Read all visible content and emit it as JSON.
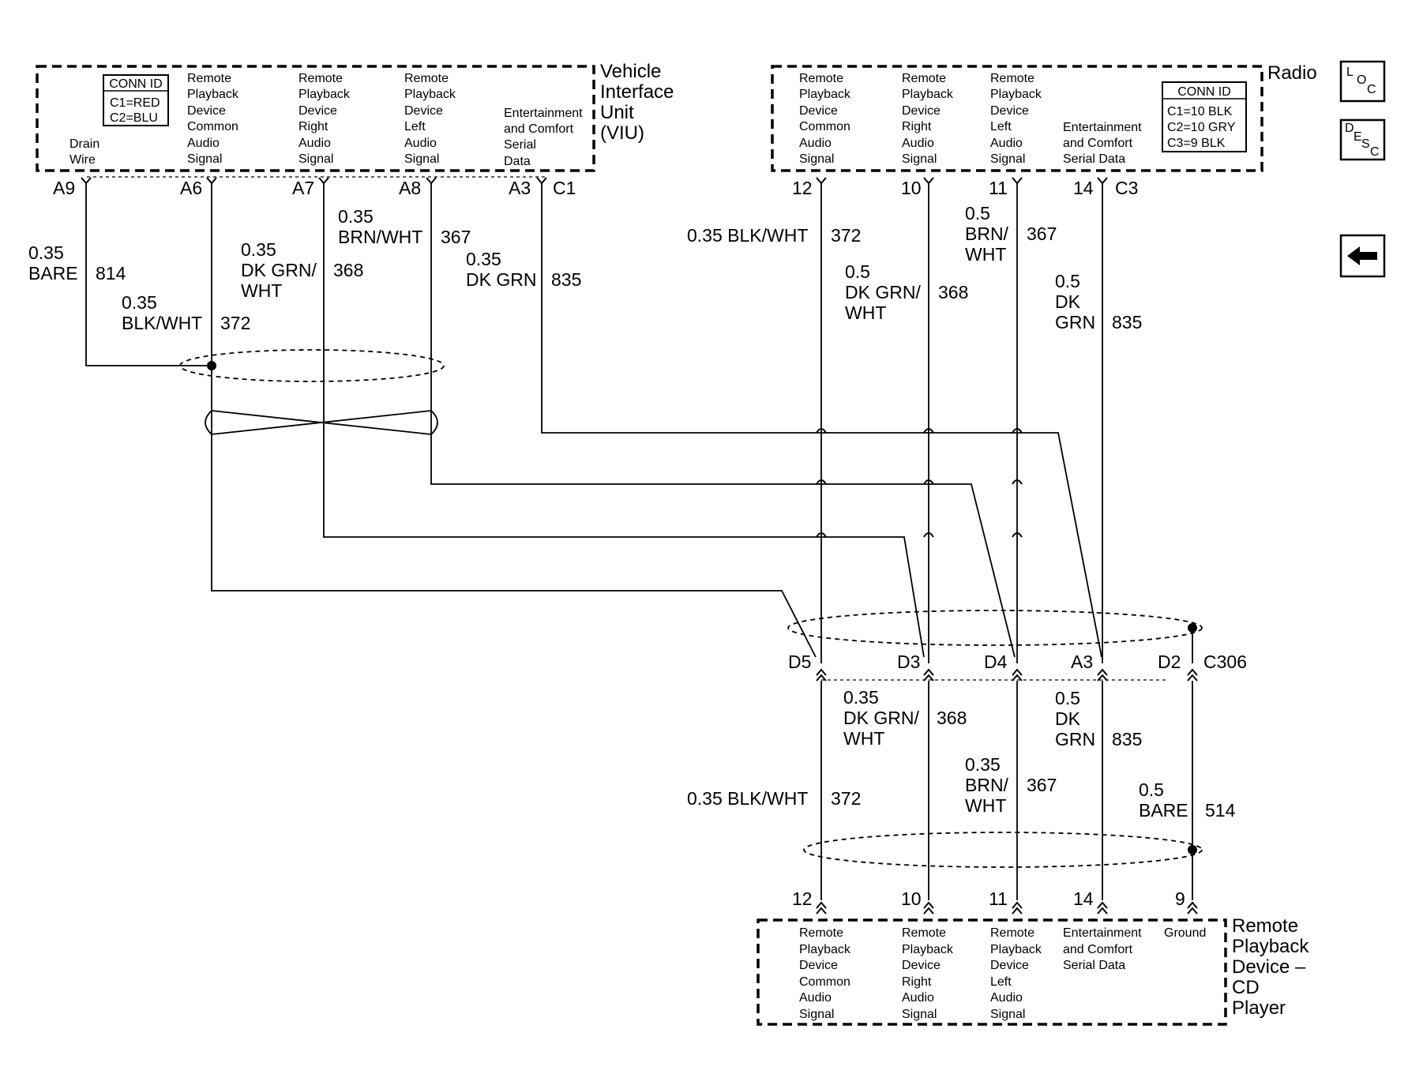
{
  "viu": {
    "title": [
      "Vehicle",
      "Interface",
      "Unit",
      "(VIU)"
    ],
    "conn_header": "CONN ID",
    "conn_rows": [
      "C1=RED",
      "C2=BLU"
    ],
    "pin_labels": [
      [
        "Drain",
        "Wire"
      ],
      [
        "Remote",
        "Playback",
        "Device",
        "Common",
        "Audio",
        "Signal"
      ],
      [
        "Remote",
        "Playback",
        "Device",
        "Right",
        "Audio",
        "Signal"
      ],
      [
        "Remote",
        "Playback",
        "Device",
        "Left",
        "Audio",
        "Signal"
      ],
      [
        "Entertainment",
        "and Comfort",
        "Serial",
        "Data"
      ]
    ],
    "pins": [
      "A9",
      "A6",
      "A7",
      "A8",
      "A3",
      "C1"
    ]
  },
  "radio": {
    "title": "Radio",
    "conn_header": "CONN ID",
    "conn_rows": [
      "C1=10 BLK",
      "C2=10 GRY",
      "C3=9 BLK"
    ],
    "pin_labels": [
      [
        "Remote",
        "Playback",
        "Device",
        "Common",
        "Audio",
        "Signal"
      ],
      [
        "Remote",
        "Playback",
        "Device",
        "Right",
        "Audio",
        "Signal"
      ],
      [
        "Remote",
        "Playback",
        "Device",
        "Left",
        "Audio",
        "Signal"
      ],
      [
        "Entertainment",
        "and Comfort",
        "Serial Data"
      ]
    ],
    "pins": [
      "12",
      "10",
      "11",
      "14",
      "C3"
    ]
  },
  "cd": {
    "title": [
      "Remote",
      "Playback",
      "Device –",
      "CD",
      "Player"
    ],
    "pin_labels": [
      [
        "Remote",
        "Playback",
        "Device",
        "Common",
        "Audio",
        "Signal"
      ],
      [
        "Remote",
        "Playback",
        "Device",
        "Right",
        "Audio",
        "Signal"
      ],
      [
        "Remote",
        "Playback",
        "Device",
        "Left",
        "Audio",
        "Signal"
      ],
      [
        "Entertainment",
        "and Comfort",
        "Serial Data"
      ],
      [
        "Ground"
      ]
    ],
    "pins": [
      "12",
      "10",
      "11",
      "14",
      "9"
    ]
  },
  "c306": {
    "name": "C306",
    "pins": [
      "D5",
      "D3",
      "D4",
      "A3",
      "D2"
    ]
  },
  "wires_left": {
    "w814": {
      "gauge": "0.35",
      "color": "BARE",
      "circuit": "814"
    },
    "w372": {
      "gauge": "0.35",
      "color": "BLK/WHT",
      "circuit": "372"
    },
    "w368": {
      "gauge": "0.35",
      "color_lines": [
        "DK GRN/",
        "WHT"
      ],
      "circuit": "368"
    },
    "w367": {
      "gauge": "0.35",
      "color": "BRN/WHT",
      "circuit": "367"
    },
    "w835": {
      "gauge": "0.35",
      "color": "DK GRN",
      "circuit": "835"
    }
  },
  "wires_radio": {
    "w372": {
      "label": "0.35 BLK/WHT",
      "circuit": "372"
    },
    "w368": {
      "gauge": "0.5",
      "color_lines": [
        "DK GRN/",
        "WHT"
      ],
      "circuit": "368"
    },
    "w367": {
      "gauge": "0.5",
      "color_lines": [
        "BRN/",
        "WHT"
      ],
      "circuit": "367"
    },
    "w835": {
      "gauge": "0.5",
      "color_lines": [
        "DK",
        "GRN"
      ],
      "circuit": "835"
    }
  },
  "wires_lower": {
    "w368": {
      "gauge": "0.35",
      "color_lines": [
        "DK GRN/",
        "WHT"
      ],
      "circuit": "368"
    },
    "w835": {
      "gauge": "0.5",
      "color_lines": [
        "DK",
        "GRN"
      ],
      "circuit": "835"
    },
    "w367": {
      "gauge": "0.35",
      "color_lines": [
        "BRN/",
        "WHT"
      ],
      "circuit": "367"
    },
    "w372": {
      "label": "0.35 BLK/WHT",
      "circuit": "372"
    },
    "w514": {
      "gauge": "0.5",
      "color": "BARE",
      "circuit": "514"
    }
  },
  "nav": {
    "loc": [
      "L",
      "O",
      "C"
    ],
    "desc": [
      "D",
      "E",
      "S",
      "C"
    ]
  }
}
